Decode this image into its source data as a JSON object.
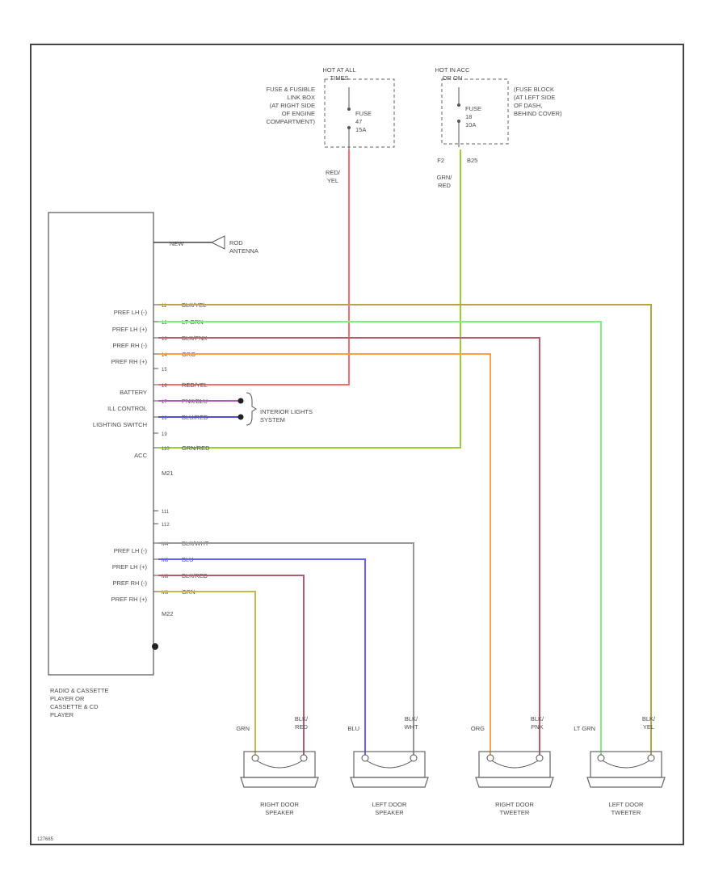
{
  "diagram_id": "127685",
  "power_sources": [
    {
      "header": "HOT AT ALL\nTIMES",
      "location": "FUSE & FUSIBLE\nLINK BOX\n(AT RIGHT SIDE\nOF ENGINE\nCOMPARTMENT)",
      "fuse_label": "FUSE\n47\n15A",
      "wire_color": "RED/\nYEL",
      "color": "#ff6b6b"
    },
    {
      "header": "HOT IN ACC\nOR ON",
      "location": "(FUSE BLOCK\n(AT LEFT SIDE\nOF DASH,\nBEHIND COVER)",
      "fuse_label": "FUSE\n18\n10A",
      "connector": "F2",
      "pin": "B25",
      "wire_color": "GRN/\nRED",
      "color": "#9acd32"
    }
  ],
  "radio": {
    "label": "RADIO & CASSETTE\nPLAYER OR\nCASSETTE & CD\nPLAYER",
    "connector_1": "M21",
    "connector_2": "M22"
  },
  "antenna": {
    "wire": "NEW",
    "label": "ROD\nANTENNA"
  },
  "upper_pins": [
    {
      "label": "PREF LH (-)",
      "pin": "11",
      "wire": "BLK/YEL",
      "color": "#b5a642"
    },
    {
      "label": "PREF LH (+)",
      "pin": "12",
      "wire": "LT GRN",
      "color": "#7cf07c"
    },
    {
      "label": "PREF RH (-)",
      "pin": "13",
      "wire": "BLK/PNK",
      "color": "#b85c6e"
    },
    {
      "label": "PREF RH (+)",
      "pin": "14",
      "wire": "ORG",
      "color": "#ffa040"
    },
    {
      "label": "",
      "pin": "15",
      "wire": "",
      "color": ""
    },
    {
      "label": "BATTERY",
      "pin": "16",
      "wire": "RED/YEL",
      "color": "#ff6b6b"
    },
    {
      "label": "ILL CONTROL",
      "pin": "17",
      "wire": "PNK/BLU",
      "color": "#b05cbf"
    },
    {
      "label": "LIGHTING SWITCH",
      "pin": "18",
      "wire": "BLU/RED",
      "color": "#5050d0"
    },
    {
      "label": "",
      "pin": "19",
      "wire": "",
      "color": ""
    },
    {
      "label": "ACC",
      "pin": "110",
      "wire": "GRN/RED",
      "color": "#b5a642"
    }
  ],
  "lower_pins": [
    {
      "label": "",
      "pin": "111",
      "wire": ""
    },
    {
      "label": "",
      "pin": "112",
      "wire": ""
    },
    {
      "label": "PREF LH (-)",
      "pin": "M4",
      "wire": "BLK/WHT",
      "color": "#999999"
    },
    {
      "label": "PREF LH (+)",
      "pin": "M6",
      "wire": "BLU",
      "color": "#6060ff"
    },
    {
      "label": "PREF RH (-)",
      "pin": "M8",
      "wire": "BLK/RED",
      "color": "#b05c6e"
    },
    {
      "label": "PREF RH (+)",
      "pin": "M9",
      "wire": "GRN",
      "color": "#c8b84a"
    }
  ],
  "interior_lights": "INTERIOR LIGHTS\nSYSTEM",
  "speakers": [
    {
      "name": "RIGHT DOOR\nSPEAKER",
      "left_wire": "GRN",
      "right_wire": "BLK/\nRED"
    },
    {
      "name": "LEFT DOOR\nSPEAKER",
      "left_wire": "BLU",
      "right_wire": "BLK/\nWHT"
    },
    {
      "name": "RIGHT DOOR\nTWEETER",
      "left_wire": "ORG",
      "right_wire": "BLK/\nPNK"
    },
    {
      "name": "LEFT DOOR\nTWEETER",
      "left_wire": "LT GRN",
      "right_wire": "BLK/\nYEL"
    }
  ]
}
